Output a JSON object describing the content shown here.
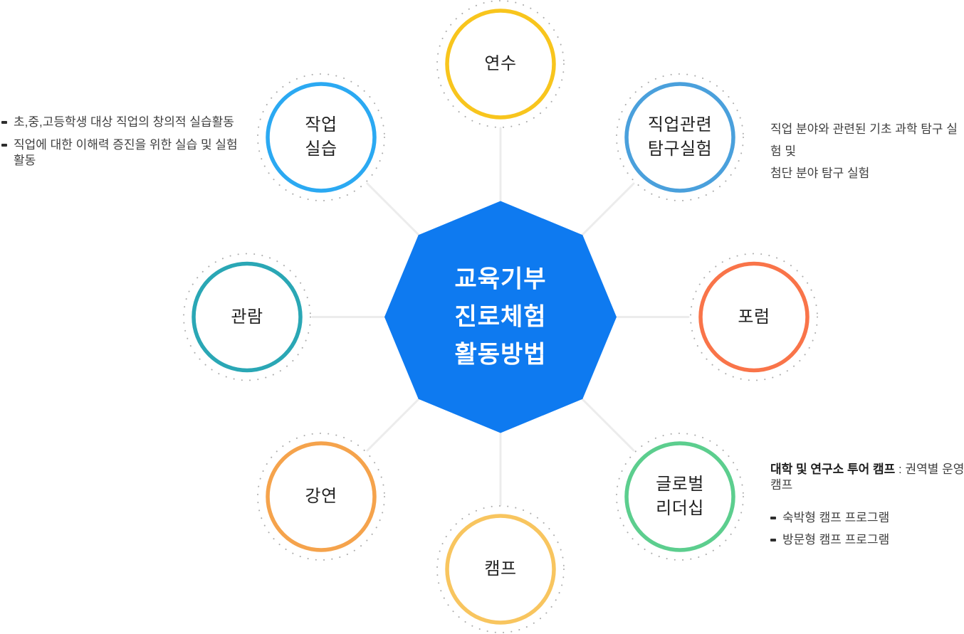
{
  "center": {
    "title": "교육기부\n진로체험\n활동방법",
    "color": "#0E7AF0"
  },
  "nodes": [
    {
      "id": "training",
      "label": "연수",
      "color": "#F8C51D"
    },
    {
      "id": "job-research",
      "label": "직업관련\n탐구실험",
      "color": "#4AA0DC"
    },
    {
      "id": "forum",
      "label": "포럼",
      "color": "#F97449"
    },
    {
      "id": "global-leadership",
      "label": "글로벌\n리더십",
      "color": "#5CCE8E"
    },
    {
      "id": "camp",
      "label": "캠프",
      "color": "#F8C55F"
    },
    {
      "id": "lecture",
      "label": "강연",
      "color": "#F5A34C"
    },
    {
      "id": "viewing",
      "label": "관람",
      "color": "#2AA7B5"
    },
    {
      "id": "work-practice",
      "label": "작업\n실습",
      "color": "#2BA9F2"
    }
  ],
  "annotations": {
    "work_practice": {
      "items": [
        "초,중,고등학생 대상 직업의 창의적 실습활동",
        "직업에 대한 이해력 증진을 위한 실습 및 실험 활동"
      ]
    },
    "job_research": {
      "text": "직업 분야와 관련된 기초 과학 탐구 실험 및\n첨단 분야 탐구 실험"
    },
    "global_leadership": {
      "heading_bold": "대학 및 연구소 투어 캠프",
      "heading_rest": " : 권역별 운영 캠프",
      "items": [
        "숙박형 캠프 프로그램",
        "방문형 캠프 프로그램"
      ]
    }
  },
  "style": {
    "connector_color": "#ECECEC",
    "dot_ring_color": "#ADADAD",
    "label_color": "#222222",
    "note_color": "#3F3F3F"
  }
}
